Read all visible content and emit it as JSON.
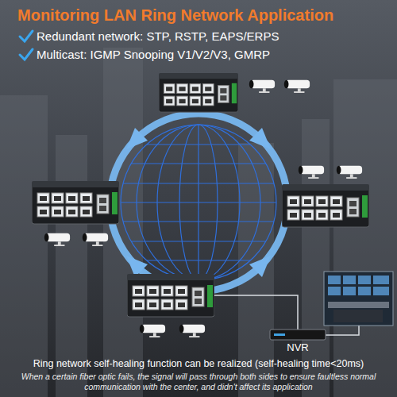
{
  "diagram": {
    "title": "Monitoring LAN Ring Network Application",
    "caption": "Ring network self-healing function can be realized (self-healing time<20ms)",
    "nodes": [
      {
        "text": [
          "NVR"
        ]
      }
    ],
    "labels": [
      "Redundant network: STP, RSTP, EAPS/ERPS",
      "Multicast: IGMP Snooping V1/V2/V3, GMRP",
      "When a certain fiber optic fails, the signal will pass through both sides to ensure faultless normal communication with the center, and didn't affect its application"
    ]
  }
}
